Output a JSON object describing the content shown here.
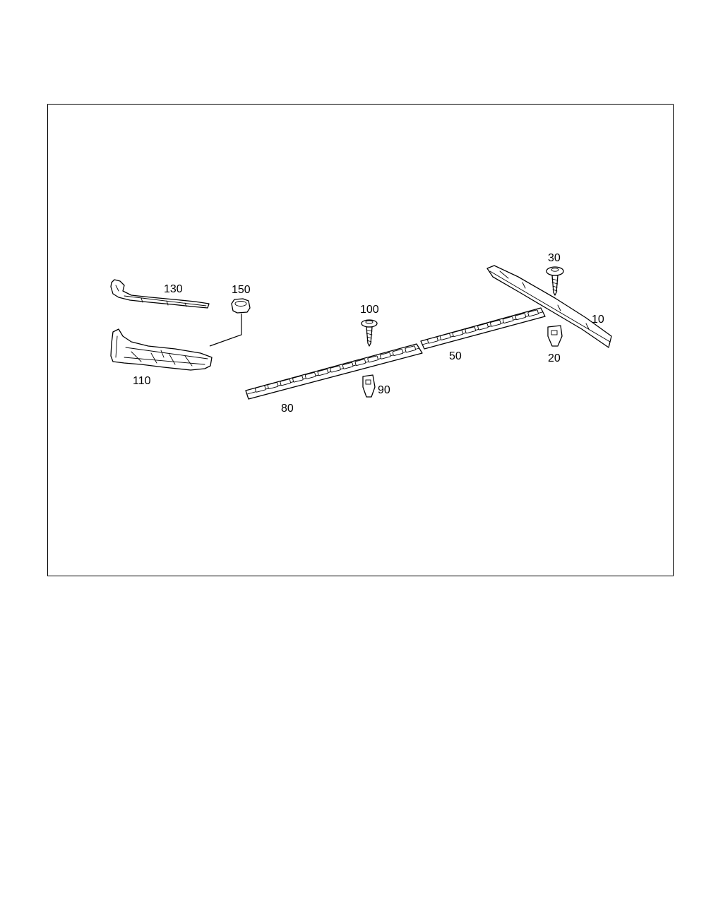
{
  "diagram": {
    "callouts": {
      "p10": "10",
      "p20": "20",
      "p30": "30",
      "p50": "50",
      "p80": "80",
      "p90": "90",
      "p100": "100",
      "p110": "110",
      "p130": "130",
      "p150": "150"
    },
    "colors": {
      "line": "#000000",
      "background": "#ffffff"
    }
  }
}
